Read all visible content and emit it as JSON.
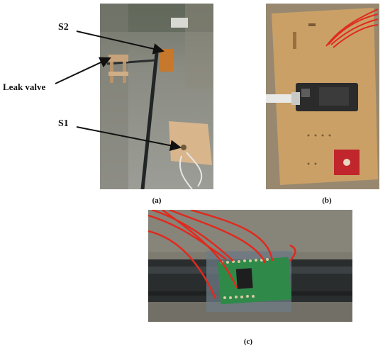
{
  "panels": {
    "a": {
      "caption": "(a)",
      "labels": {
        "s2": "S2",
        "leak_valve": "Leak valve",
        "s1": "S1"
      }
    },
    "b": {
      "caption": "(b)"
    },
    "c": {
      "caption": "(c)"
    }
  },
  "colors": {
    "ground": "#8d8e86",
    "pipe": "#2a2d2e",
    "pcb_board": "#caa066",
    "red_wire": "#e02a1e",
    "green_sensor": "#2f8a4a",
    "sensor_red": "#c0262c"
  }
}
